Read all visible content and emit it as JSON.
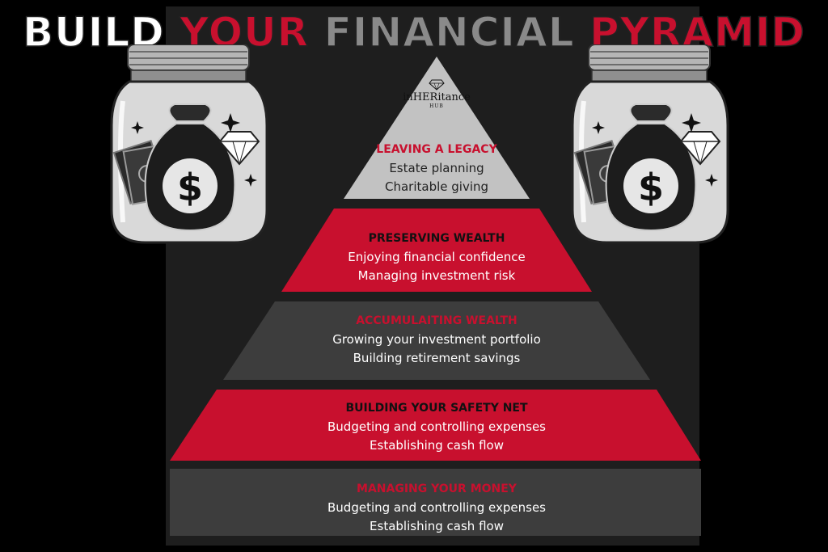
{
  "title": {
    "words": [
      "BUILD",
      "YOUR",
      "FINANCIAL",
      "PYRAMID"
    ],
    "colors": [
      "#ffffff",
      "#c8102e",
      "#8a8a8a",
      "#c8102e"
    ]
  },
  "logo": {
    "name": "inHERitance",
    "sub": "HUB",
    "icon": "diamond-icon"
  },
  "colors": {
    "red": "#c8102e",
    "gray": "#3d3d3d",
    "light_gray": "#c2c2c2",
    "background": "#000000"
  },
  "tiers": [
    {
      "heading": "LEAVING A LEGACY",
      "lines": [
        "Estate planning",
        "Charitable giving"
      ]
    },
    {
      "heading": "PRESERVING WEALTH",
      "lines": [
        "Enjoying financial confidence",
        "Managing investment risk"
      ]
    },
    {
      "heading": "ACCUMULAITING WEALTH",
      "lines": [
        "Growing your investment portfolio",
        "Building retirement savings"
      ]
    },
    {
      "heading": "BUILDING YOUR SAFETY NET",
      "lines": [
        "Budgeting and controlling expenses",
        "Establishing cash flow"
      ]
    },
    {
      "heading": "MANAGING YOUR MONEY",
      "lines": [
        "Budgeting and controlling expenses",
        "Establishing cash flow"
      ]
    }
  ],
  "jar_icons": [
    "money-jar-icon",
    "money-bag-icon",
    "dollar-sign-icon",
    "diamond-icon",
    "sparkle-icon",
    "banknotes-icon"
  ]
}
